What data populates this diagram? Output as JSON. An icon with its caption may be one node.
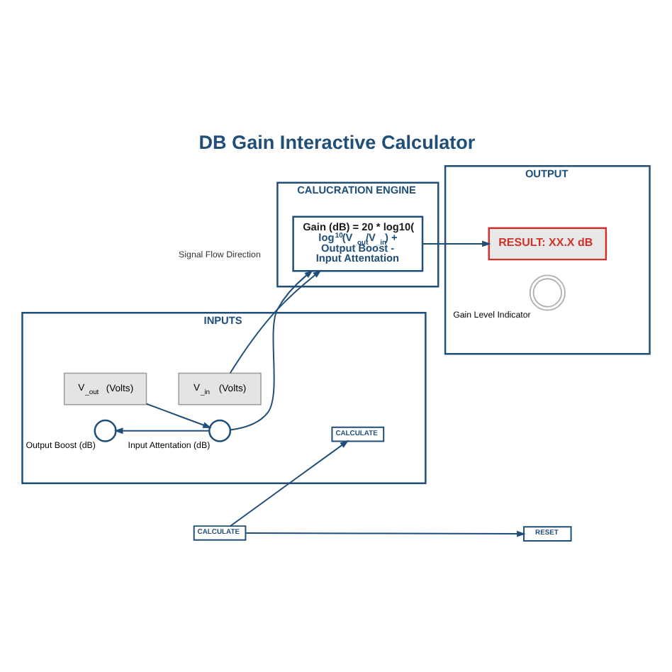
{
  "diagram": {
    "title": "DB Gain Interactive Calculator",
    "nodes": [
      {
        "text": [
          "INPUTS"
        ]
      },
      {
        "text": [
          "V$_{_in}$ (Volts)"
        ],
        "in": 0
      },
      {
        "text": [
          "V$_{_out}$ (Volts)"
        ],
        "in": 0
      },
      {
        "text": [],
        "shape": "dial",
        "in": 0,
        "beside": [
          "Output Boost (dB)"
        ]
      },
      {
        "text": [],
        "shape": "dial",
        "in": 0,
        "beside": [
          "Input Attentation (dB)"
        ]
      },
      {
        "text": [
          "CALCULATE"
        ],
        "in": 0
      },
      {
        "text": [
          "CALUCRATION ENGINE"
        ]
      },
      {
        "text": [
          "Gain (dB) = 20 * log10(",
          "log$^{10}$(V$_{_out}$/V$_{_in}$) + Output Boost - Input Attentation"
        ],
        "in": 6
      },
      {
        "text": [
          "OUTPUT"
        ]
      },
      {
        "text": [
          "RESULT: XX.X dB"
        ],
        "in": 8
      },
      {
        "text": [],
        "shape": "gauge",
        "in": 8,
        "beside": [
          "Gain Level Indicator"
        ]
      },
      {
        "text": [
          "CALCULATE"
        ]
      },
      {
        "text": [
          "RESET"
        ]
      }
    ],
    "edges": [
      {
        "from": 1,
        "to": 7,
        "arrow": "to"
      },
      {
        "from": 2,
        "to": 4,
        "arrow": "to"
      },
      {
        "from": 4,
        "to": 3,
        "arrow": "to"
      },
      {
        "from": 4,
        "to": 7,
        "arrow": "to"
      },
      {
        "from": 11,
        "to": 5,
        "arrow": "to"
      },
      {
        "from": 11,
        "to": 12,
        "arrow": "to"
      },
      {
        "from": 7,
        "to": 9,
        "arrow": "to"
      }
    ],
    "labels": [
      "Signal Flow Direction"
    ]
  }
}
